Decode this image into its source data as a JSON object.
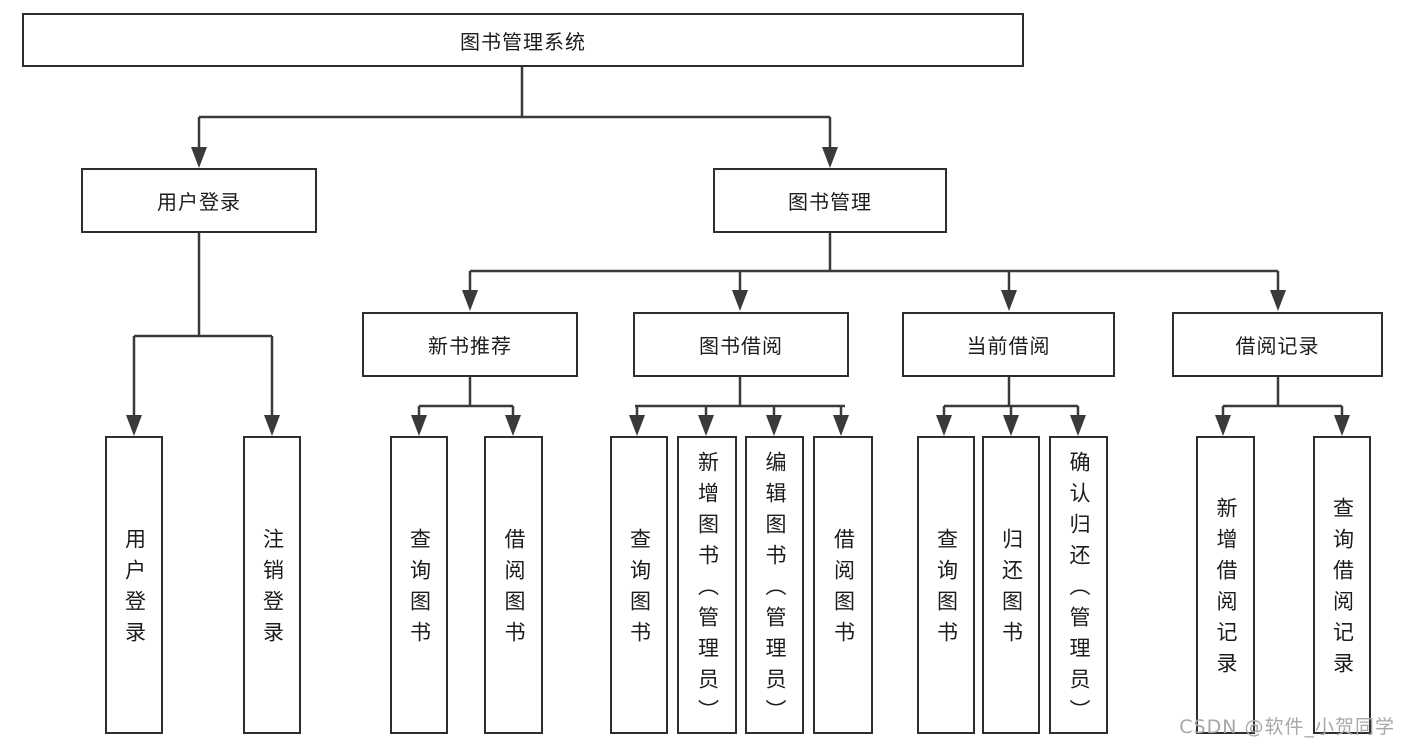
{
  "diagram": {
    "root": "图书管理系统",
    "branches": [
      {
        "label": "用户登录",
        "children": [
          "用户登录",
          "注销登录"
        ]
      },
      {
        "label": "图书管理",
        "sections": [
          {
            "label": "新书推荐",
            "children": [
              "查询图书",
              "借阅图书"
            ]
          },
          {
            "label": "图书借阅",
            "children": [
              "查询图书",
              "新增图书（管理员）",
              "编辑图书（管理员）",
              "借阅图书"
            ]
          },
          {
            "label": "当前借阅",
            "children": [
              "查询图书",
              "归还图书",
              "确认归还（管理员）"
            ]
          },
          {
            "label": "借阅记录",
            "children": [
              "新增借阅记录",
              "查询借阅记录"
            ]
          }
        ]
      }
    ]
  },
  "watermark": "CSDN @软件_小贺同学",
  "colors": {
    "line": "#3a3a3a",
    "border": "#2e2e2e",
    "text": "#1c1c1c",
    "watermark": "#a8a8a8",
    "background": "#ffffff"
  }
}
